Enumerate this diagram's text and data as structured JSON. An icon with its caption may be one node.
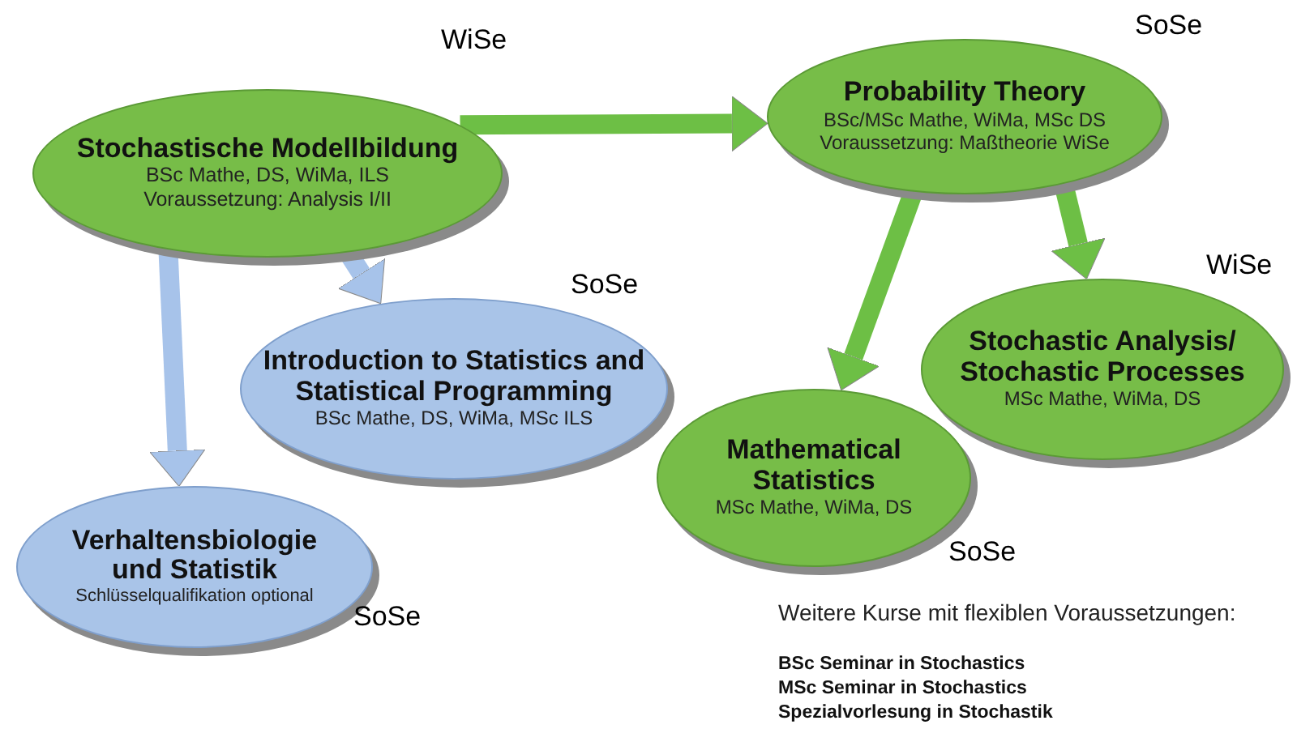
{
  "diagram": {
    "nodes": [
      {
        "text": [
          "Stochastische Modellbildung",
          "BSc Mathe, DS, WiMa, ILS",
          "Voraussetzung: Analysis I/II"
        ],
        "beside": [
          "WiSe"
        ]
      },
      {
        "text": [
          "Probability Theory",
          "BSc/MSc Mathe, WiMa, MSc DS",
          "Voraussetzung: Maßtheorie WiSe"
        ],
        "beside": [
          "SoSe"
        ]
      },
      {
        "text": [
          "Introduction to Statistics and Statistical Programming",
          "BSc Mathe, DS, WiMa, MSc ILS"
        ],
        "beside": [
          "SoSe"
        ]
      },
      {
        "text": [
          "Stochastic Analysis/ Stochastic Processes",
          "MSc Mathe, WiMa, DS"
        ],
        "beside": [
          "WiSe"
        ]
      },
      {
        "text": [
          "Mathematical Statistics",
          "MSc Mathe, WiMa, DS"
        ],
        "beside": [
          "SoSe"
        ]
      },
      {
        "text": [
          "Verhaltensbiologie und Statistik",
          "Schlüsselqualifikation optional"
        ],
        "beside": [
          "SoSe"
        ]
      }
    ],
    "edges": [
      {
        "from": 0,
        "to": 1,
        "arrow": "to"
      },
      {
        "from": 0,
        "to": 2,
        "arrow": "to",
        "color": "#a7c3ea"
      },
      {
        "from": 0,
        "to": 5,
        "arrow": "to",
        "color": "#a7c3ea"
      },
      {
        "from": 1,
        "to": 4,
        "arrow": "to"
      },
      {
        "from": 1,
        "to": 3,
        "arrow": "to"
      }
    ],
    "labels": [
      "Weitere Kurse mit flexiblen Voraussetzungen:",
      "BSc Seminar in Stochastics",
      "MSc Seminar in Stochastics",
      "Spezialvorlesung in Stochastik"
    ]
  }
}
